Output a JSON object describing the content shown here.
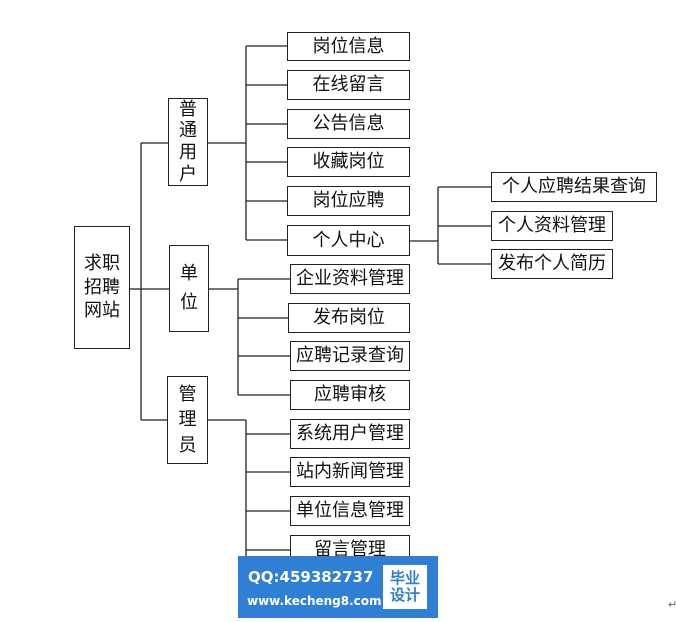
{
  "root": {
    "label_lines": [
      "求职",
      "招聘",
      "网站"
    ]
  },
  "nodes": {
    "user": {
      "chars": [
        "普",
        "通",
        "用",
        "户"
      ]
    },
    "unit": {
      "chars": [
        "单",
        "位"
      ]
    },
    "admin": {
      "chars": [
        "管",
        "理",
        "员"
      ]
    }
  },
  "user_items": [
    "岗位信息",
    "在线留言",
    "公告信息",
    "收藏岗位",
    "岗位应聘",
    "个人中心"
  ],
  "personal_items": [
    "个人应聘结果查询",
    "个人资料管理",
    "发布个人简历"
  ],
  "unit_items": [
    "企业资料管理",
    "发布岗位",
    "应聘记录查询",
    "应聘审核"
  ],
  "admin_items": [
    "系统用户管理",
    "站内新闻管理",
    "单位信息管理",
    "留言管理"
  ],
  "watermark": {
    "qq": "QQ:459382737",
    "url": "www.kecheng8.com",
    "badge_lines": [
      "毕业",
      "设计"
    ],
    "brand_color": "#2f7fd4"
  },
  "paragraph_mark": "↵"
}
